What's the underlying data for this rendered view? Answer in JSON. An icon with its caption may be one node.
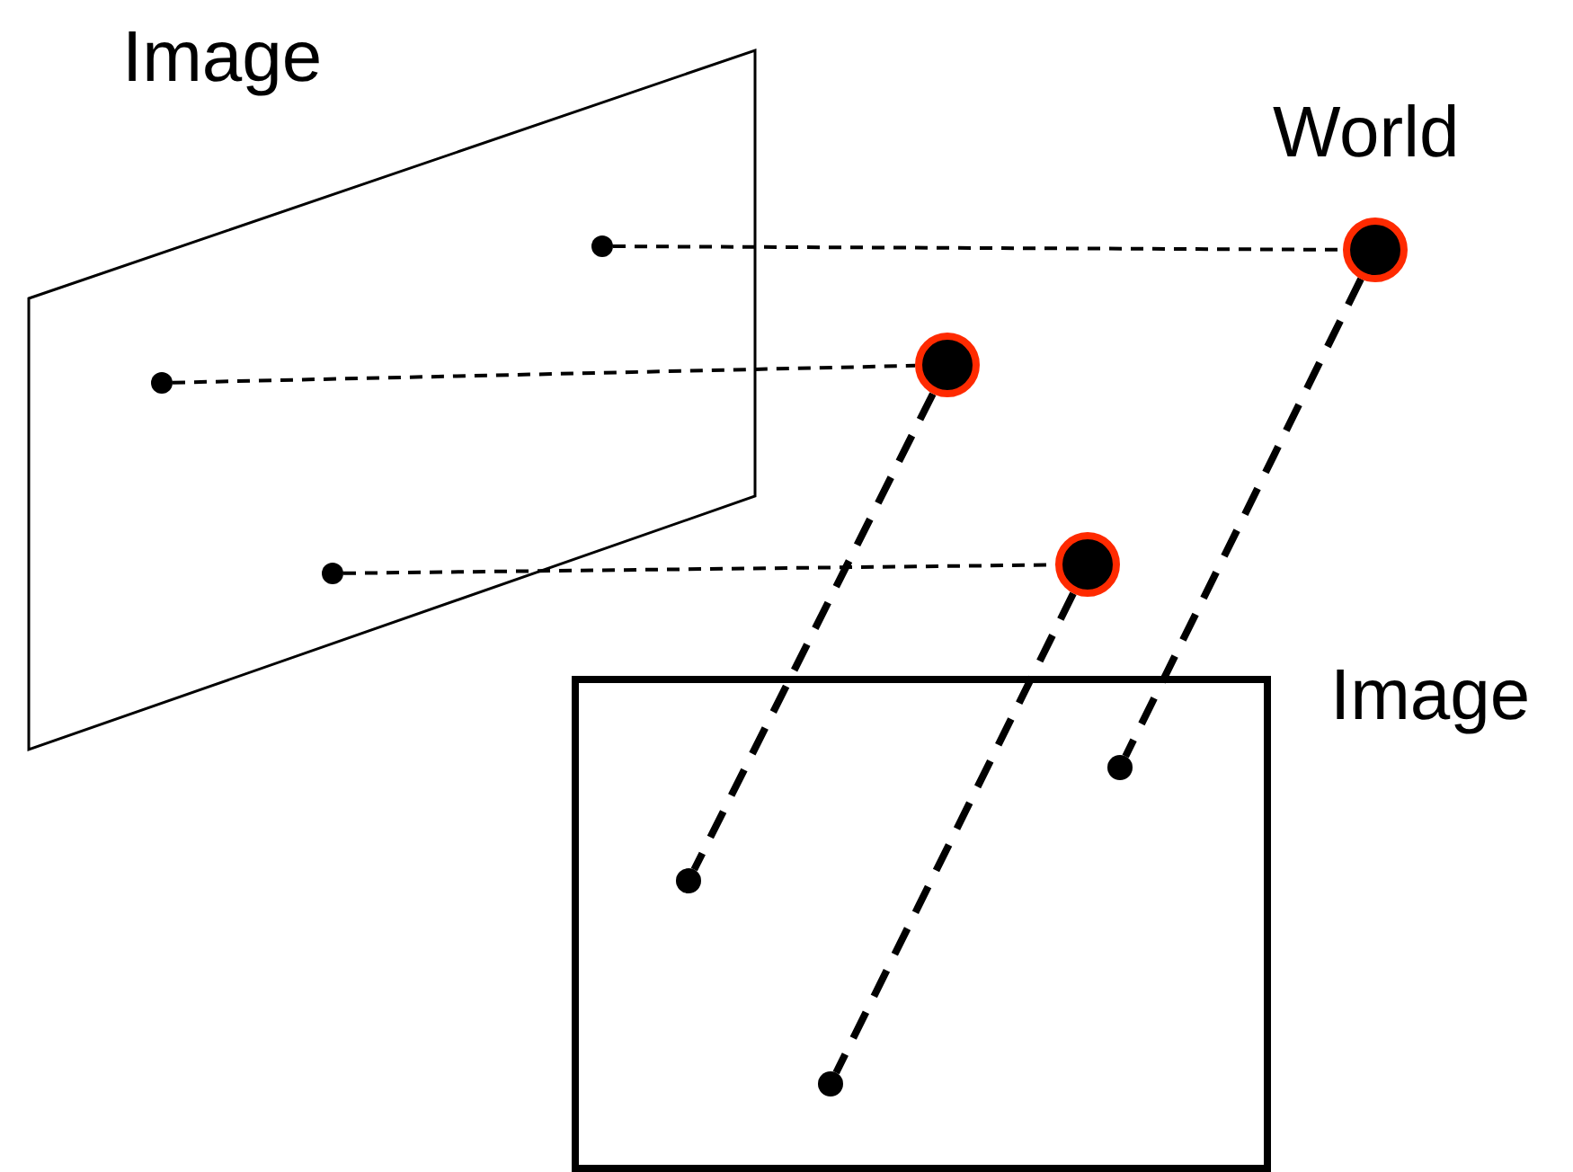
{
  "diagram": {
    "nodes": [
      {
        "text": [
          "Image"
        ]
      },
      {
        "text": [],
        "shape": "circle",
        "in": 0
      },
      {
        "text": [],
        "shape": "circle",
        "in": 0
      },
      {
        "text": [],
        "shape": "circle",
        "in": 0
      },
      {
        "text": [],
        "shape": "circle"
      },
      {
        "text": [],
        "shape": "circle"
      },
      {
        "text": [],
        "shape": "circle"
      },
      {
        "text": [
          "Image"
        ]
      },
      {
        "text": [],
        "shape": "circle",
        "in": 7
      },
      {
        "text": [],
        "shape": "circle",
        "in": 7
      },
      {
        "text": [],
        "shape": "circle",
        "in": 7
      }
    ],
    "edges": [
      {
        "from": 1,
        "to": 4,
        "arrow": "none",
        "style": "dashed"
      },
      {
        "from": 2,
        "to": 5,
        "arrow": "none",
        "style": "dashed"
      },
      {
        "from": 3,
        "to": 6,
        "arrow": "none",
        "style": "dashed"
      },
      {
        "from": 4,
        "to": 8,
        "arrow": "none",
        "style": "dashed"
      },
      {
        "from": 5,
        "to": 9,
        "arrow": "none",
        "style": "dashed"
      },
      {
        "from": 6,
        "to": 10,
        "arrow": "none",
        "style": "dashed"
      }
    ],
    "labels": [
      "World"
    ]
  }
}
